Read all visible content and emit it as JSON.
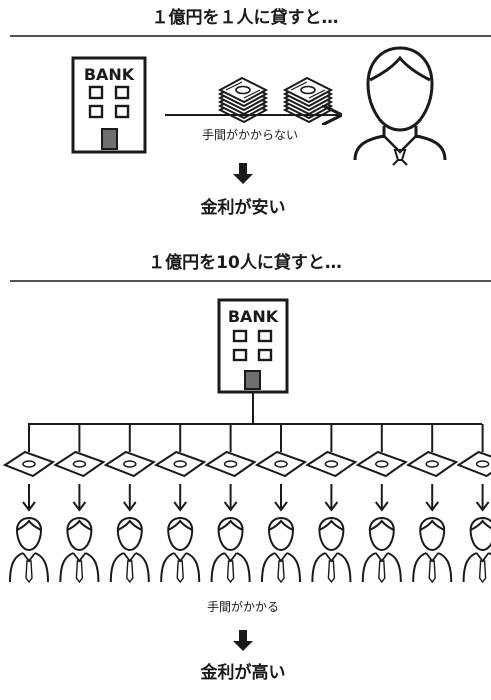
{
  "section1": {
    "title": "１億円を１人に貸すと…",
    "bank_label": "BANK",
    "arrow_caption": "手間がかからない",
    "result": "金利が安い"
  },
  "section2": {
    "title": "１億円を10人に貸すと…",
    "bank_label": "BANK",
    "borrower_count": 10,
    "caption": "手間がかかる",
    "result": "金利が高い"
  },
  "colors": {
    "ink": "#1a1a1a",
    "window_fill": "#ffffff",
    "door_fill": "#6f6f6f",
    "background": "#ffffff"
  },
  "icons": {
    "bank": "bank-building-icon",
    "money": "money-stack-icon",
    "banknote": "banknote-icon",
    "person": "businessperson-icon",
    "arrow_down": "down-arrow-icon",
    "arrow_right": "right-arrow-icon"
  }
}
